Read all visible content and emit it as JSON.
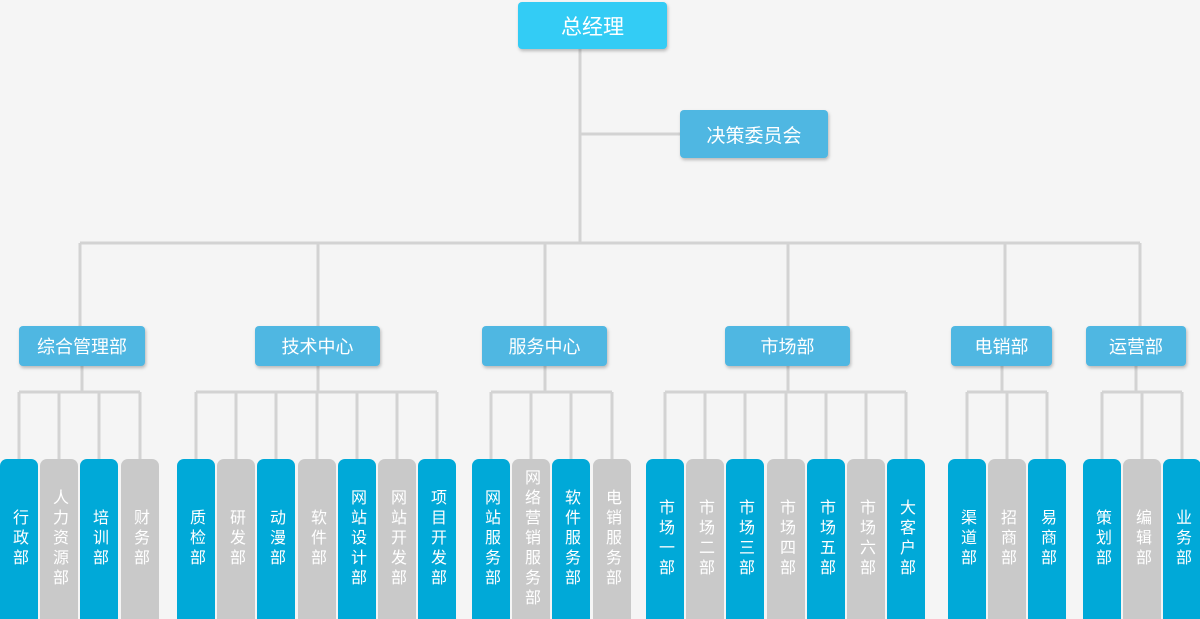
{
  "colors": {
    "top": "#33ccf5",
    "node": "#4fb7e2",
    "leaf_blue": "#00a9d8",
    "leaf_gray": "#c9c9c9",
    "line": "#d3d3d3"
  },
  "root": "总经理",
  "committee": "决策委员会",
  "departments": [
    {
      "name": "综合管理部",
      "units": [
        "行政部",
        "人力资源部",
        "培训部",
        "财务部"
      ]
    },
    {
      "name": "技术中心",
      "units": [
        "质检部",
        "研发部",
        "动漫部",
        "软件部",
        "网站设计部",
        "网站开发部",
        "项目开发部"
      ]
    },
    {
      "name": "服务中心",
      "units": [
        "网站服务部",
        "网络营销服务部",
        "软件服务部",
        "电销服务部"
      ]
    },
    {
      "name": "市场部",
      "units": [
        "市场一部",
        "市场二部",
        "市场三部",
        "市场四部",
        "市场五部",
        "市场六部",
        "大客户部"
      ]
    },
    {
      "name": "电销部",
      "units": [
        "渠道部",
        "招商部",
        "易商部"
      ]
    },
    {
      "name": "运营部",
      "units": [
        "策划部",
        "编辑部",
        "业务部"
      ]
    }
  ]
}
